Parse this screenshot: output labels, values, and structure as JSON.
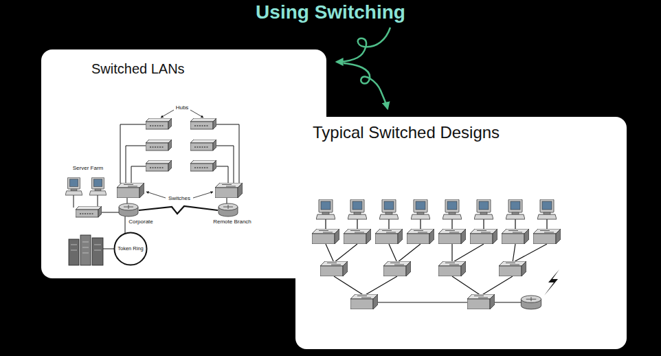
{
  "diagram": {
    "title": "Using Switching",
    "nodes": [
      {
        "text": [
          "Switched LANs"
        ]
      },
      {
        "text": [
          "Token Ring"
        ],
        "in": 0
      },
      {
        "text": [
          "Typical Switched Designs"
        ]
      }
    ],
    "labels": [
      "Hubs",
      "Server Farm",
      "Switches",
      "Corporate",
      "Remote Branch"
    ]
  }
}
